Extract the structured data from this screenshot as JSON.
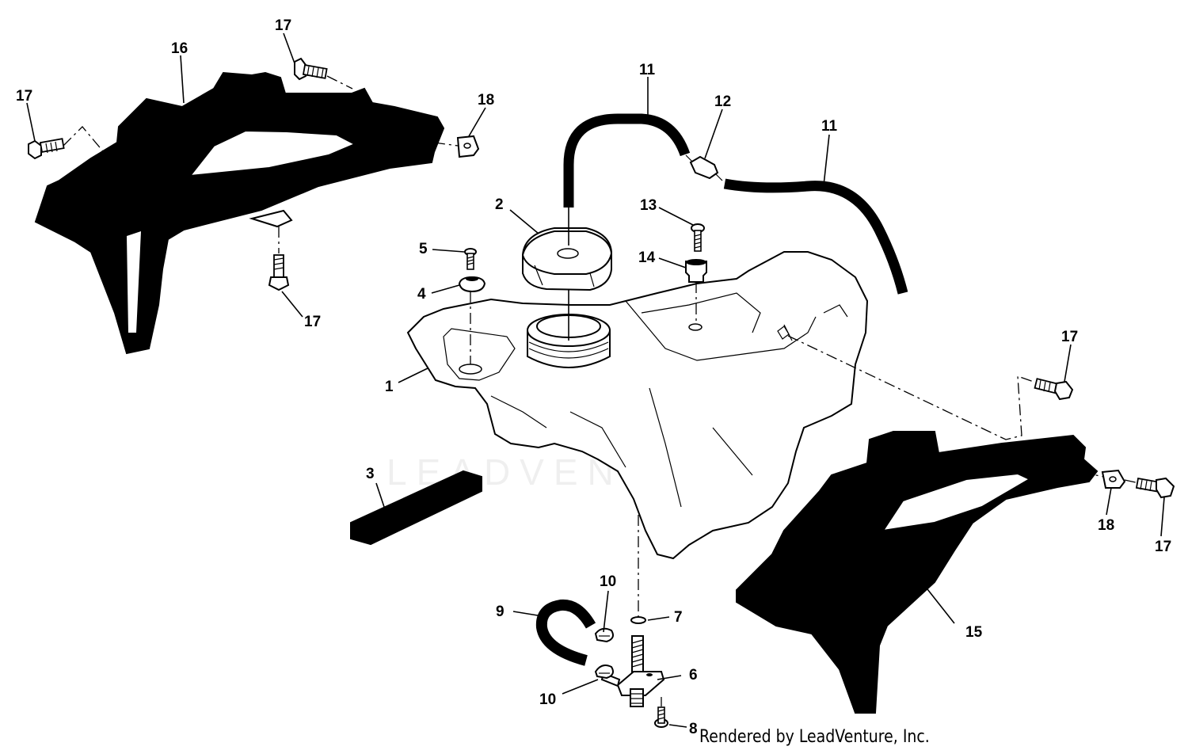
{
  "diagram": {
    "callouts": [
      "1",
      "2",
      "3",
      "4",
      "5",
      "6",
      "7",
      "8",
      "9",
      "10",
      "10",
      "11",
      "11",
      "12",
      "13",
      "14",
      "15",
      "16",
      "17",
      "17",
      "17",
      "17",
      "17",
      "18",
      "18"
    ],
    "watermark": "LEADVENTURE",
    "credit": "Rendered by LeadVenture, Inc."
  }
}
